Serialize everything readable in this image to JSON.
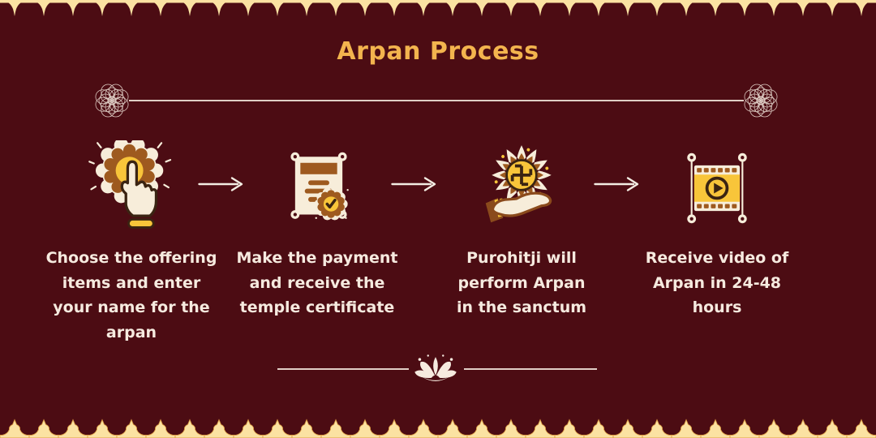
{
  "title": "Arpan Process",
  "steps": [
    {
      "icon": "tap-choose-icon",
      "label": "Choose the offering\nitems and enter\nyour name for the\narpan"
    },
    {
      "icon": "certificate-icon",
      "label": "Make the payment\nand receive the\ntemple certificate"
    },
    {
      "icon": "arpan-offering-icon",
      "label": "Purohitji will\nperform Arpan\nin the sanctum"
    },
    {
      "icon": "video-icon",
      "label": "Receive video of\nArpan in 24-48\nhours"
    }
  ],
  "decorations": {
    "top_border": "temple-scallop-border",
    "bottom_border": "temple-spire-border",
    "left_ornament": "mandala-rosette",
    "right_ornament": "mandala-rosette",
    "middle_divider": "lotus-divider",
    "connector": "arrow-right"
  },
  "colors": {
    "background": "#4C0C13",
    "border_cream": "#FBE2A2",
    "border_outline": "#DE9E45",
    "title_gold": "#F3B44E",
    "text_cream": "#F6EADF",
    "divider": "#E0CFC6",
    "arrow": "#F3EDE3",
    "icon_cream": "#F7EDDA",
    "icon_brown": "#9E5A1F",
    "icon_yellow": "#F8C53A",
    "icon_outline": "#3A2412",
    "hand_brown": "#8A4A1C"
  }
}
